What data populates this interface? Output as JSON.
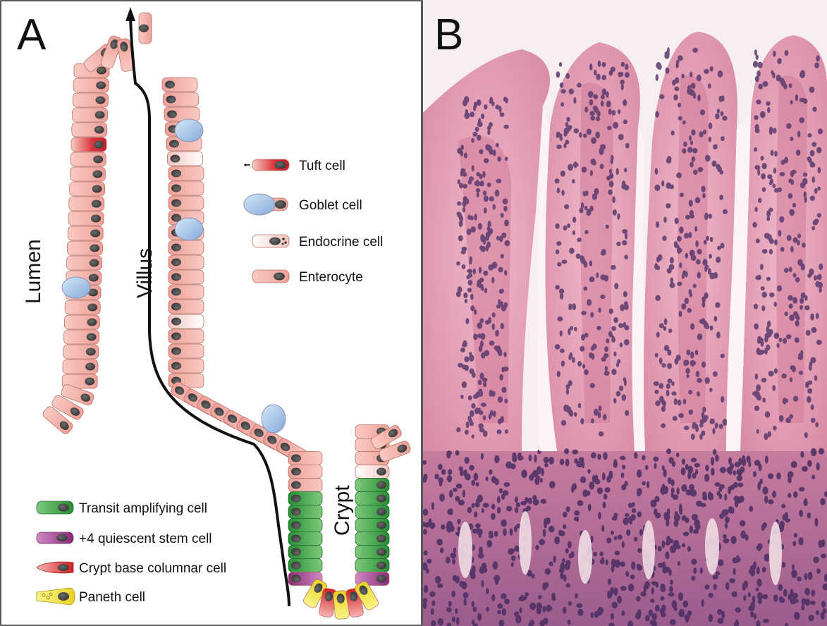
{
  "figure": {
    "panels": [
      {
        "letter": "A"
      },
      {
        "letter": "B"
      }
    ],
    "labels": {
      "lumen": "Lumen",
      "villus": "Villus",
      "crypt": "Crypt"
    },
    "legend_top": [
      {
        "label": "Tuft cell",
        "cell_type": "tuft"
      },
      {
        "label": "Goblet cell",
        "cell_type": "goblet"
      },
      {
        "label": "Endocrine cell",
        "cell_type": "endocrine"
      },
      {
        "label": "Enterocyte",
        "cell_type": "enterocyte"
      }
    ],
    "legend_bottom": [
      {
        "label": "Transit amplifying cell",
        "cell_type": "transit"
      },
      {
        "label": "+4 quiescent stem cell",
        "cell_type": "quiescent"
      },
      {
        "label": "Crypt base columnar cell",
        "cell_type": "cbc"
      },
      {
        "label": "Paneth cell",
        "cell_type": "paneth"
      }
    ],
    "colors": {
      "enterocyte": "#f4b8b0",
      "nucleus": "#4d4d4d",
      "goblet": "#a9c6e8",
      "tuft": "#d9343a",
      "endocrine": "#ffffff",
      "transit": "#3fa64a",
      "quiescent": "#a4388f",
      "cbc": "#e63333",
      "paneth": "#f2e332",
      "histology_bg": "#f5dde2",
      "histology_stain": "#c76a8e",
      "histology_nuclei": "#5a3a6e"
    }
  }
}
